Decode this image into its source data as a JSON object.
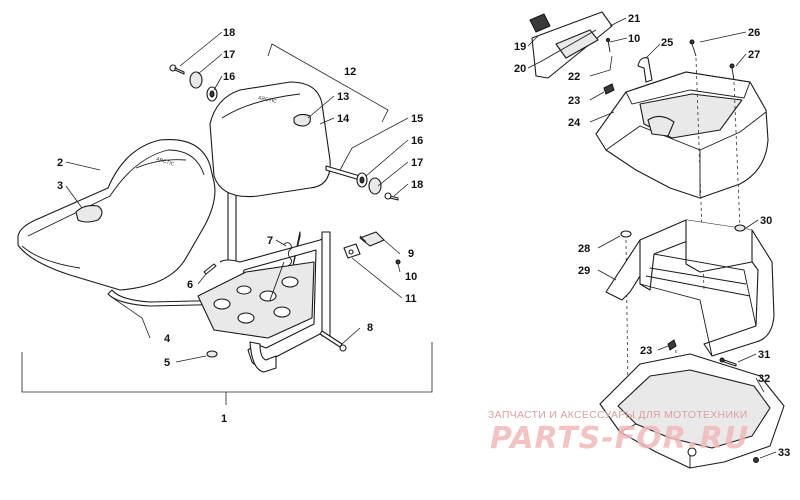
{
  "callouts": {
    "c1": "1",
    "c2": "2",
    "c3": "3",
    "c4": "4",
    "c5": "5",
    "c6": "6",
    "c7": "7",
    "c8": "8",
    "c9": "9",
    "c10a": "10",
    "c11": "11",
    "c12": "12",
    "c13": "13",
    "c14": "14",
    "c15": "15",
    "c16a": "16",
    "c16b": "16",
    "c17a": "17",
    "c17b": "17",
    "c18a": "18",
    "c18b": "18",
    "c19": "19",
    "c20": "20",
    "c21": "21",
    "c10b": "10",
    "c22": "22",
    "c23a": "23",
    "c24": "24",
    "c25": "25",
    "c26": "26",
    "c27": "27",
    "c28": "28",
    "c29": "29",
    "c30": "30",
    "c23b": "23",
    "c31": "31",
    "c32": "32",
    "c33": "33"
  },
  "watermark": {
    "subtitle": "ЗАПЧАСТИ И АКСЕССУАРЫ ДЛЯ МОТОТЕХНИКИ",
    "brand": "PARTS-FOR.RU"
  },
  "colors": {
    "line": "#1a1a1a",
    "watermark": "#f1b8b8"
  }
}
